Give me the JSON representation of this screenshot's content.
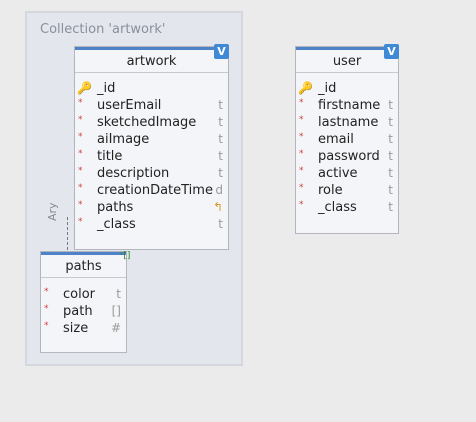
{
  "collection": {
    "label": "Collection 'artwork'"
  },
  "view_badge": "V",
  "markers": {
    "required": "*",
    "key": "🔑"
  },
  "artwork": {
    "title": "artwork",
    "fields": [
      {
        "name": "_id",
        "type": "",
        "key": true
      },
      {
        "name": "userEmail",
        "type": "t"
      },
      {
        "name": "sketchedImage",
        "type": "t"
      },
      {
        "name": "aiImage",
        "type": "t"
      },
      {
        "name": "title",
        "type": "t"
      },
      {
        "name": "description",
        "type": "t"
      },
      {
        "name": "creationDateTime",
        "type": "d"
      },
      {
        "name": "paths",
        "type": "↰"
      },
      {
        "name": "_class",
        "type": "t"
      }
    ]
  },
  "user": {
    "title": "user",
    "fields": [
      {
        "name": "_id",
        "type": "",
        "key": true
      },
      {
        "name": "firstname",
        "type": "t"
      },
      {
        "name": "lastname",
        "type": "t"
      },
      {
        "name": "email",
        "type": "t"
      },
      {
        "name": "password",
        "type": "t"
      },
      {
        "name": "active",
        "type": "t"
      },
      {
        "name": "role",
        "type": "t"
      },
      {
        "name": "_class",
        "type": "t"
      }
    ]
  },
  "paths": {
    "title": "paths",
    "fields": [
      {
        "name": "color",
        "type": "t"
      },
      {
        "name": "path",
        "type": "[]"
      },
      {
        "name": "size",
        "type": "#"
      }
    ]
  },
  "relation": {
    "label": "Ary",
    "array_glyph": "ᶜ[]"
  }
}
